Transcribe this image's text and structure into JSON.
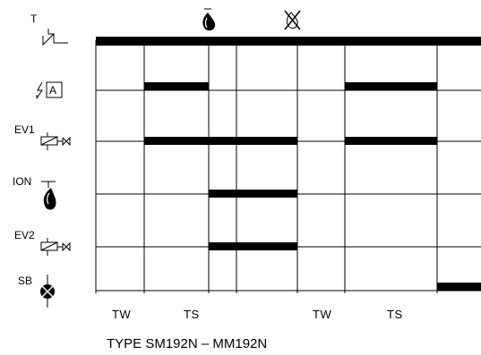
{
  "rows": [
    {
      "id": "T",
      "label": "T",
      "icon": "thermostat-icon"
    },
    {
      "id": "A",
      "label": "A",
      "icon": "ignition-spark-icon"
    },
    {
      "id": "EV1",
      "label": "EV1",
      "icon": "solenoid-valve-icon"
    },
    {
      "id": "ION",
      "label": "ION",
      "icon": "flame-icon"
    },
    {
      "id": "EV2",
      "label": "EV2",
      "icon": "solenoid-valve-icon"
    },
    {
      "id": "SB",
      "label": "SB",
      "icon": "lockout-lamp-icon"
    }
  ],
  "top_icons": [
    {
      "icon": "flame-present-icon"
    },
    {
      "icon": "flame-absent-icon"
    }
  ],
  "phases": [
    {
      "label": "TW"
    },
    {
      "label": "TS"
    },
    {
      "label": "TW"
    },
    {
      "label": "TS"
    }
  ],
  "caption": "TYPE SM192N – MM192N"
}
